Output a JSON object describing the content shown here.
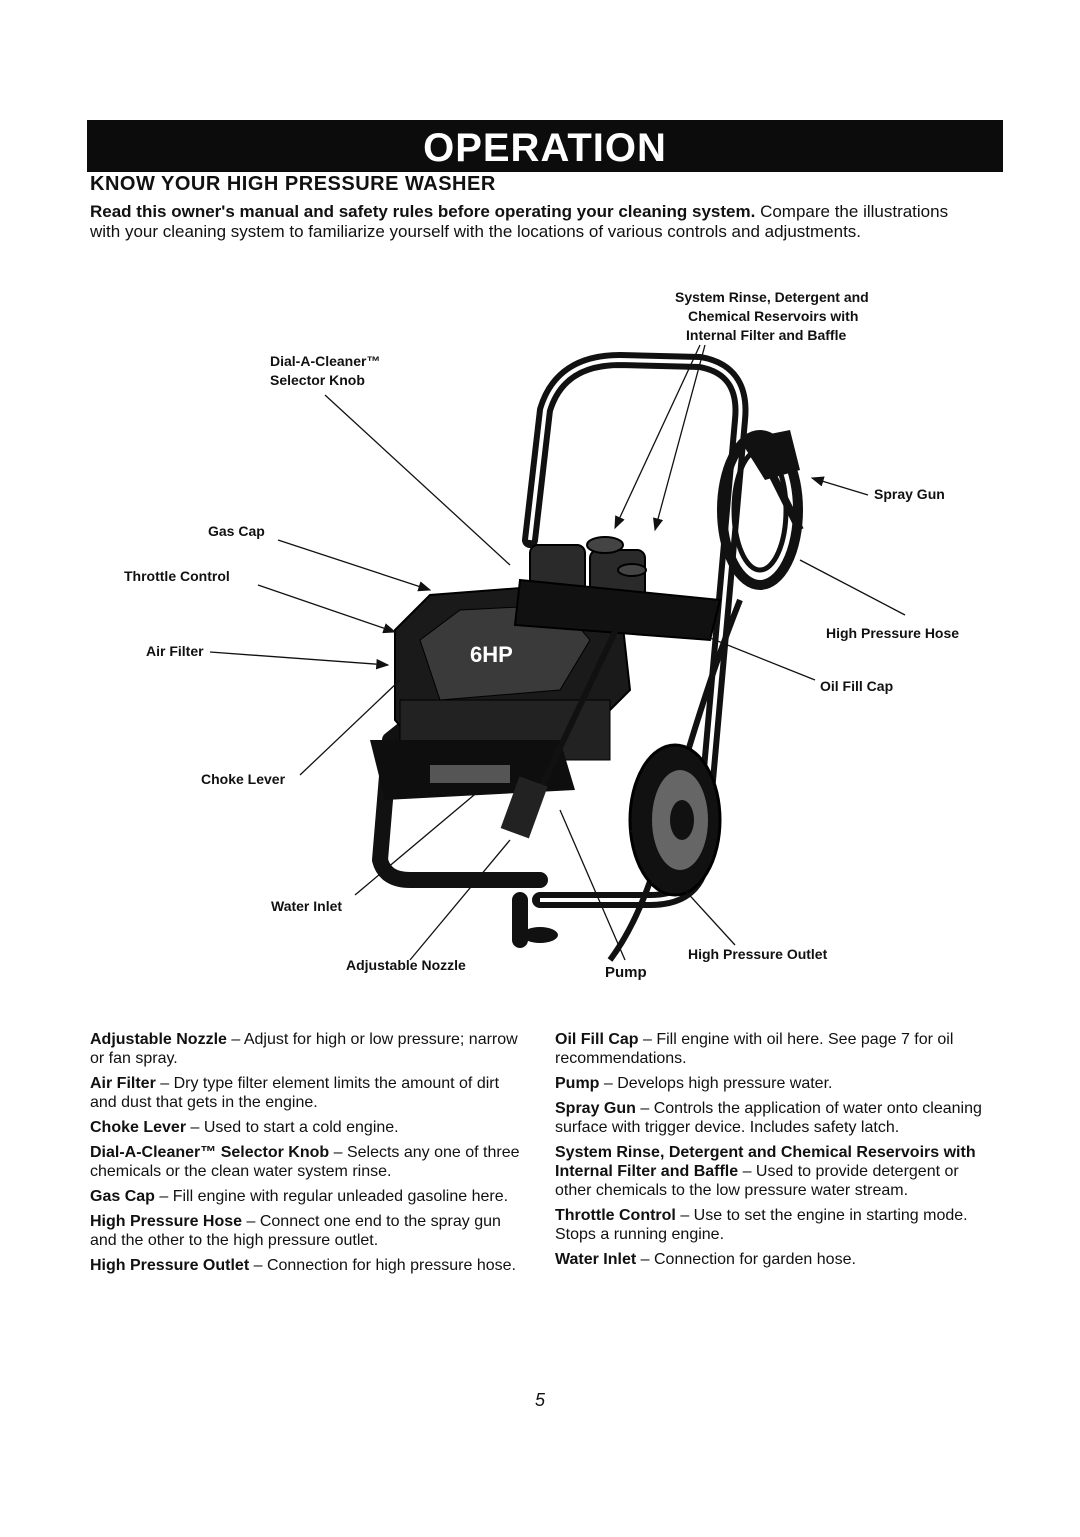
{
  "banner": {
    "title": "OPERATION"
  },
  "section": {
    "heading": "KNOW YOUR HIGH PRESSURE WASHER",
    "intro_bold": "Read this owner's manual and safety rules before operating your cleaning system.",
    "intro_rest": " Compare the illustrations with your cleaning system to familiarize yourself with the locations of various controls and adjustments."
  },
  "diagram": {
    "engine_badge": "6HP",
    "labels": {
      "reservoirs": [
        "System Rinse, Detergent and",
        "Chemical Reservoirs with",
        "Internal Filter and Baffle"
      ],
      "dial_a_cleaner": [
        "Dial-A-Cleaner™",
        "Selector Knob"
      ],
      "spray_gun": "Spray Gun",
      "gas_cap": "Gas Cap",
      "throttle_control": "Throttle Control",
      "high_pressure_hose": "High Pressure Hose",
      "air_filter": "Air Filter",
      "oil_fill_cap": "Oil Fill Cap",
      "choke_lever": "Choke Lever",
      "water_inlet": "Water Inlet",
      "adjustable_nozzle": "Adjustable Nozzle",
      "pump": "Pump",
      "high_pressure_outlet": "High Pressure Outlet"
    }
  },
  "descriptions": {
    "left": [
      {
        "term": "Adjustable Nozzle",
        "text": " – Adjust for high or low pressure; narrow or fan spray."
      },
      {
        "term": "Air Filter",
        "text": " – Dry type filter element limits the amount of dirt and dust that gets in the engine."
      },
      {
        "term": "Choke Lever",
        "text": " – Used to start a cold engine."
      },
      {
        "term": "Dial-A-Cleaner™ Selector Knob",
        "text": " – Selects any one of three chemicals or the clean water system rinse."
      },
      {
        "term": "Gas Cap",
        "text": " – Fill engine with regular unleaded gasoline here."
      },
      {
        "term": "High Pressure Hose",
        "text": " – Connect one end to the spray gun and the other to the high pressure outlet."
      },
      {
        "term": "High Pressure Outlet",
        "text": " – Connection for high pressure hose."
      }
    ],
    "right": [
      {
        "term": "Oil Fill Cap",
        "text": " – Fill engine with oil here. See page 7 for oil recommendations."
      },
      {
        "term": "Pump",
        "text": " – Develops high pressure water."
      },
      {
        "term": "Spray Gun",
        "text": " – Controls the application of water onto cleaning surface with trigger device. Includes safety latch."
      },
      {
        "term": "System Rinse, Detergent and Chemical Reservoirs with Internal Filter and Baffle",
        "text": " – Used to provide detergent or other chemicals to the low pressure water stream."
      },
      {
        "term": "Throttle Control",
        "text": " – Use to set the engine in starting mode. Stops a running engine."
      },
      {
        "term": "Water Inlet",
        "text": " – Connection for garden hose."
      }
    ]
  },
  "page_number": "5"
}
